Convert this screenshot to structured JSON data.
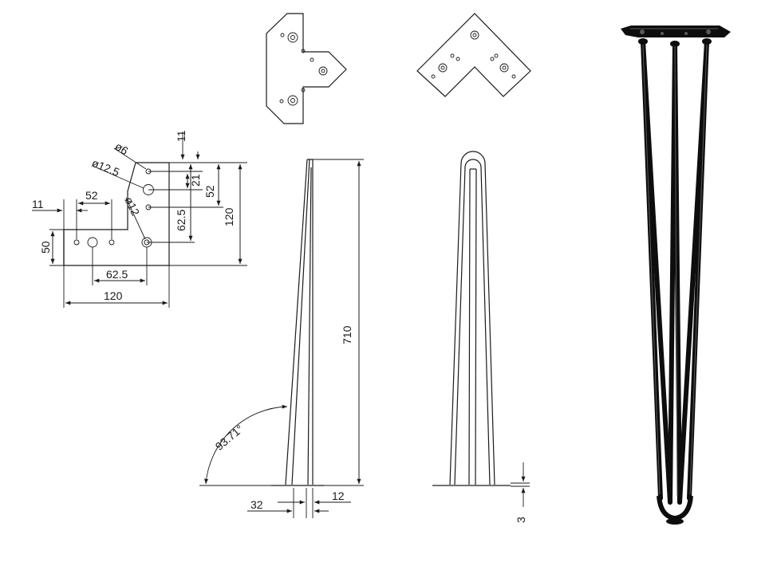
{
  "plate_drawing": {
    "hole_small": "ø6",
    "hole_large": "ø12.5",
    "hole_mid": "ø12",
    "dim_top_offset": "11",
    "dim_21": "21",
    "dim_52_right": "52",
    "dim_62_5_right": "62.5",
    "dim_120_right": "120",
    "dim_11_left": "11",
    "dim_52_top": "52",
    "dim_50": "50",
    "dim_62_5_bottom": "62.5",
    "dim_120_bottom": "120"
  },
  "side_view": {
    "height": "710",
    "angle": "93.71°",
    "width_32": "32",
    "width_12": "12"
  },
  "front_view": {
    "base_thickness": "3"
  },
  "colors": {
    "line": "#1a1a1a",
    "metal": "#0d0d0d",
    "highlight": "#5a5a5a"
  }
}
